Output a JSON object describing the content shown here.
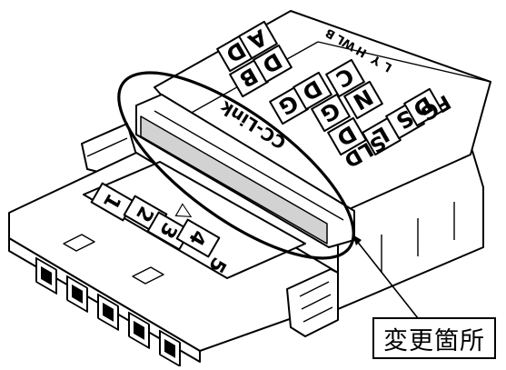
{
  "connector": {
    "top_signals": [
      "D",
      "A",
      "B",
      "D",
      "G",
      "D",
      "C",
      "G",
      "N",
      "D",
      "L",
      "S",
      "D"
    ],
    "shield_label": "SLD",
    "ground_label": "FG",
    "wire_colors": [
      "B",
      "L",
      "W",
      "H",
      "Y",
      "L"
    ],
    "brand_label": "CC-Link",
    "pin_numbers": [
      "1",
      "2",
      "3",
      "4",
      "5"
    ],
    "pin_marker": "△"
  },
  "callout": {
    "label": "変更箇所"
  }
}
